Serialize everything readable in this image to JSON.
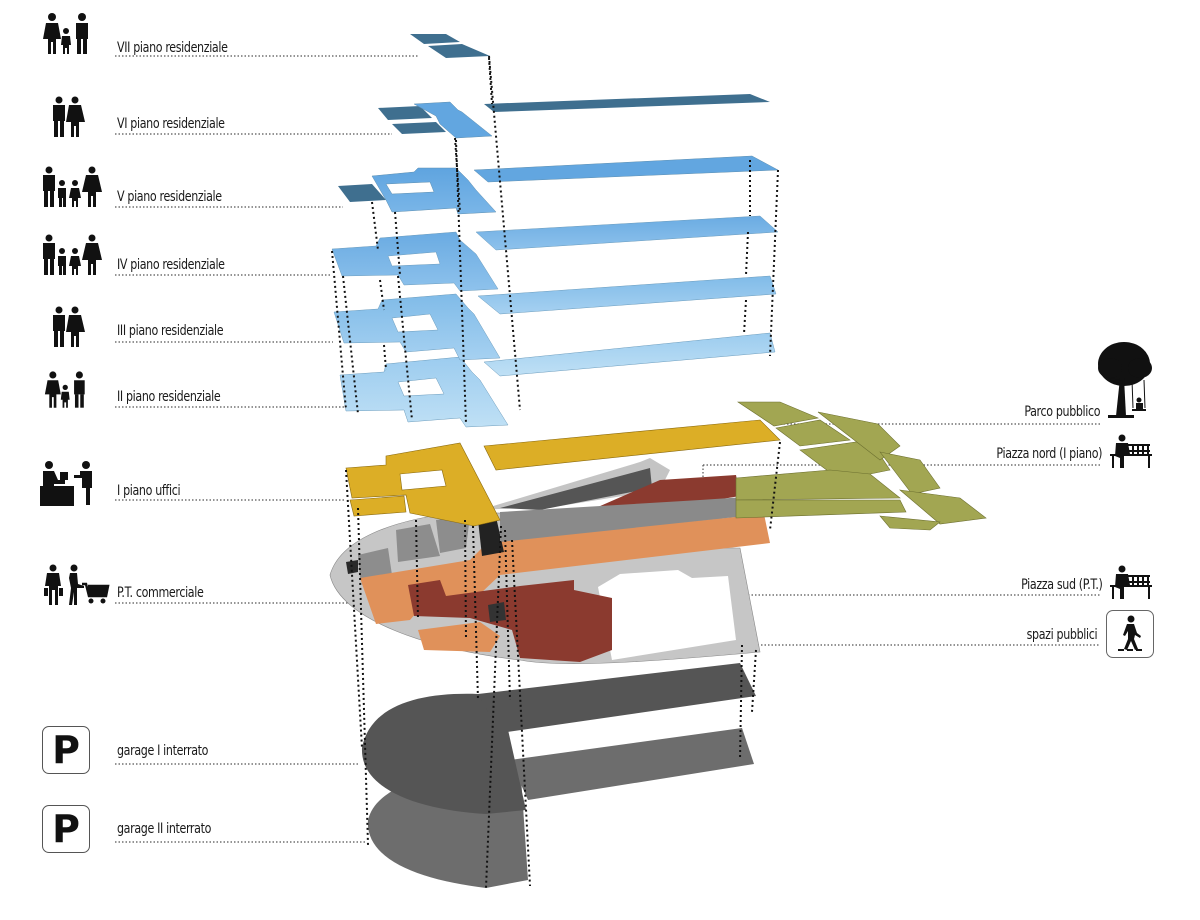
{
  "title": "Esploso assonometrico funzioni per piano",
  "levels_left": [
    {
      "id": "vii",
      "label": "VII piano residenziale",
      "icon": "family-three-icon"
    },
    {
      "id": "vi",
      "label": "VI piano residenziale",
      "icon": "couple-icon"
    },
    {
      "id": "v",
      "label": "V piano residenziale",
      "icon": "family-four-icon"
    },
    {
      "id": "iv",
      "label": "IV piano residenziale",
      "icon": "family-four-icon"
    },
    {
      "id": "iii",
      "label": "III piano residenziale",
      "icon": "couple-icon"
    },
    {
      "id": "ii",
      "label": "II piano residenziale",
      "icon": "family-three-icon"
    },
    {
      "id": "i",
      "label": "I piano uffici",
      "icon": "office-desk-icon"
    },
    {
      "id": "pt",
      "label": "P.T. commerciale",
      "icon": "shopping-icon"
    },
    {
      "id": "g1",
      "label": "garage I interrato",
      "icon": "parking-icon",
      "icon_text": "P"
    },
    {
      "id": "g2",
      "label": "garage II interrato",
      "icon": "parking-icon",
      "icon_text": "P"
    }
  ],
  "levels_right": [
    {
      "id": "parco",
      "label": "Parco pubblico",
      "icon": "tree-swing-icon"
    },
    {
      "id": "piazza-nord",
      "label": "Piazza nord (I piano)",
      "icon": "bench-person-icon"
    },
    {
      "id": "piazza-sud",
      "label": "Piazza sud (P.T.)",
      "icon": "bench-person-icon"
    },
    {
      "id": "spazi",
      "label": "spazi pubblici",
      "icon": "pedestrian-icon"
    }
  ],
  "colors": {
    "residential_dark": "#3f6f8f",
    "residential_top": "#62a6e0",
    "residential_mid": "#8cc0ea",
    "residential_low": "#b6dcf3",
    "offices": "#dcae26",
    "commercial": "#e0915a",
    "piazza": "#8b3a2f",
    "park": "#a2a652",
    "ground": "#c4c4c4",
    "walls": "#8a8a8a",
    "garage_1": "#555555",
    "garage_2": "#6e6e6e"
  }
}
